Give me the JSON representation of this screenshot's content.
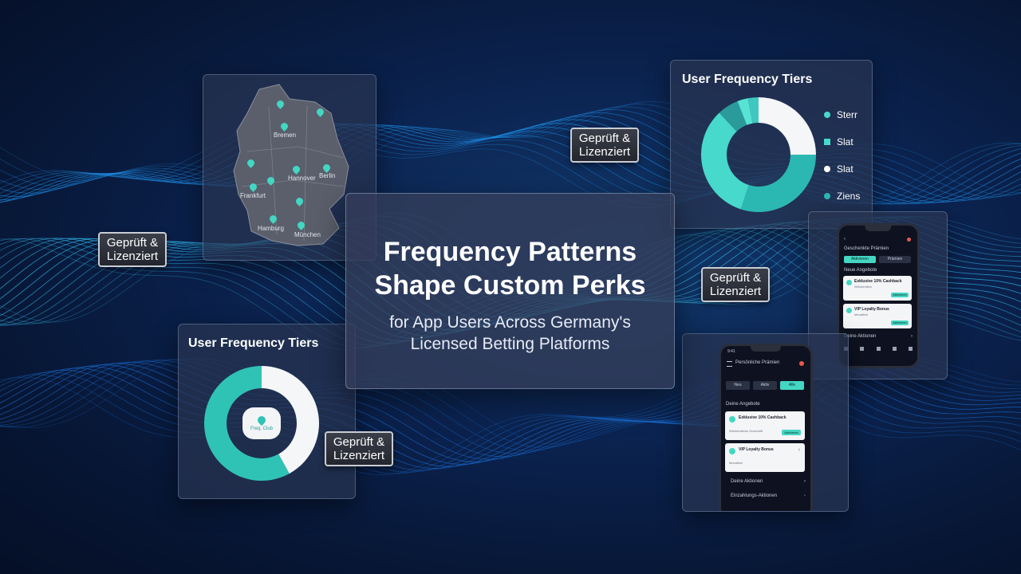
{
  "headline": {
    "line1": "Frequency Patterns",
    "line2": "Shape Custom Perks",
    "sub1": "for App Users Across Germany's",
    "sub2": "Licensed Betting Platforms"
  },
  "badges": [
    {
      "line1": "Geprüft &",
      "line2": "Lizenziert"
    },
    {
      "line1": "Geprüft &",
      "line2": "Lizenziert"
    },
    {
      "line1": "Geprüft &",
      "line2": "Lizenziert"
    },
    {
      "line1": "Geprüft &",
      "line2": "Lizenziert"
    }
  ],
  "tiers_top": {
    "title": "User Frequency Tiers",
    "legend": [
      "Sterr",
      "Slat",
      "Slat",
      "Ziens"
    ],
    "segments": [
      {
        "value": 25,
        "color": "#f4f6f8"
      },
      {
        "value": 30,
        "color": "#2cb8b2"
      },
      {
        "value": 33,
        "color": "#47d9cb"
      },
      {
        "value": 6,
        "color": "#2a9a9b"
      },
      {
        "value": 3,
        "color": "#58e4d5"
      },
      {
        "value": 3,
        "color": "#3fc8bf"
      }
    ],
    "colors": {
      "legend_dot": "#47d9cb",
      "legend_dot_white": "#ffffff"
    }
  },
  "tiers_bottom": {
    "title": "User Frequency Tiers",
    "segments": [
      {
        "value": 42,
        "color": "#f4f6f8"
      },
      {
        "value": 58,
        "color": "#2fc3b6"
      }
    ],
    "center_icon": "badge-icon",
    "center_label": "Freq. Club"
  },
  "map": {
    "cities": [
      "Bremen",
      "Hannover",
      "Berlin",
      "Frankfurt",
      "Hamburg",
      "München"
    ]
  },
  "phone_small": {
    "header": "Geschenkte Prämien",
    "tabs": [
      "Aktivieren",
      "Prämien"
    ],
    "section": "Neue Angebote",
    "cards": [
      {
        "title": "Exklusive 10% Cashback",
        "sub": "Wöchentlich",
        "cta": "Aktivieren"
      },
      {
        "title": "VIP Loyalty Bonus",
        "sub": "Monatlich",
        "cta": "Aktivieren"
      }
    ],
    "footer": "Deine Aktionen"
  },
  "phone_big": {
    "time": "9:41",
    "header": "Persönliche Prämien",
    "tabs": [
      "Neu",
      "Aktiv",
      "Alle"
    ],
    "section": "Deine Angebote",
    "cards": [
      {
        "title": "Exklusive 10% Cashback",
        "sub": "Wöchentliche Gutschrift",
        "cta": "Aktivieren"
      },
      {
        "title": "VIP Loyalty Bonus",
        "sub": "Monatlich"
      }
    ],
    "rows": [
      "Deine Aktionen",
      "Einzahlungs-Aktionen"
    ]
  },
  "colors": {
    "accent": "#43d6c3",
    "background": "#0b2350"
  }
}
